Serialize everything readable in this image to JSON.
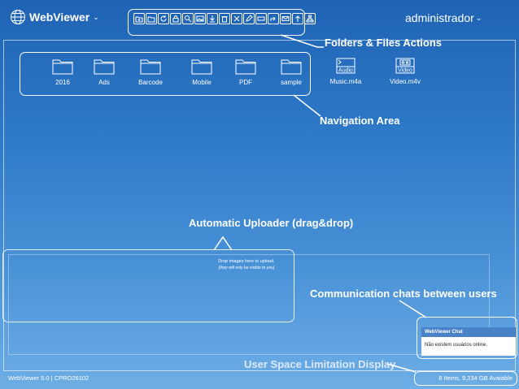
{
  "app": {
    "name": "WebViewer",
    "user": "administrador"
  },
  "toolbar": {
    "tools": [
      "new-folder-icon",
      "folder-icon",
      "refresh-icon",
      "lock-icon",
      "search-icon",
      "image-icon",
      "download-icon",
      "trash-icon",
      "close-icon",
      "edit-icon",
      "rename-icon",
      "share-icon",
      "mail-icon",
      "upload-icon",
      "tree-icon"
    ]
  },
  "callouts": {
    "folders_actions": "Folders & Files Actions",
    "navigation_area": "Navigation Area",
    "auto_uploader": "Automatic Uploader (drag&drop)",
    "chats": "Communication chats between users",
    "space_limit": "User Space Limitation Display"
  },
  "navigation": {
    "items": [
      {
        "label": "2016",
        "type": "folder"
      },
      {
        "label": "Ads",
        "type": "folder"
      },
      {
        "label": "Barcode",
        "type": "folder"
      },
      {
        "label": "Mobile",
        "type": "folder"
      },
      {
        "label": "PDF",
        "type": "folder"
      },
      {
        "label": "sample",
        "type": "folder"
      },
      {
        "label": "Music.m4a",
        "type": "audio",
        "tag": "Audio"
      },
      {
        "label": "Video.m4v",
        "type": "video",
        "tag": "Video"
      }
    ]
  },
  "uploader": {
    "hint": "Drop images here to upload.",
    "subhint": "(they will only be visible to you)"
  },
  "chat": {
    "title": "WebViewer Chat",
    "message": "Não existem usuários online."
  },
  "footer": {
    "version": "WebViewer 5.0 | CPRO26102",
    "status": "8 Items, 9,234 GB Avaiable"
  }
}
